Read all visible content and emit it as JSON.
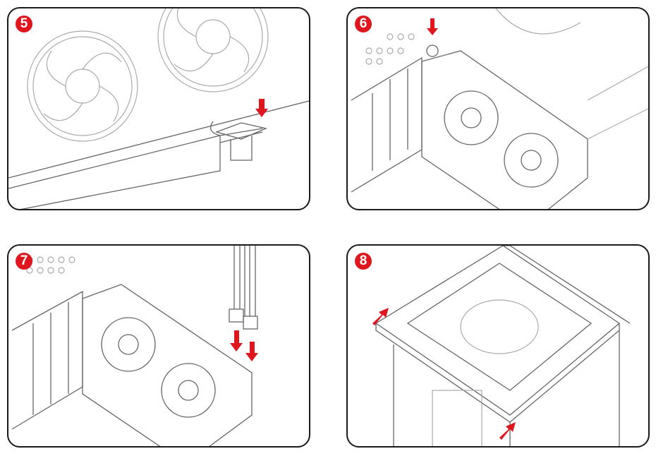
{
  "steps": [
    {
      "number": "5"
    },
    {
      "number": "6"
    },
    {
      "number": "7"
    },
    {
      "number": "8"
    }
  ],
  "colors": {
    "badge": "#e0161e",
    "arrow": "#e0161e",
    "outline": "#1a1a1a"
  }
}
